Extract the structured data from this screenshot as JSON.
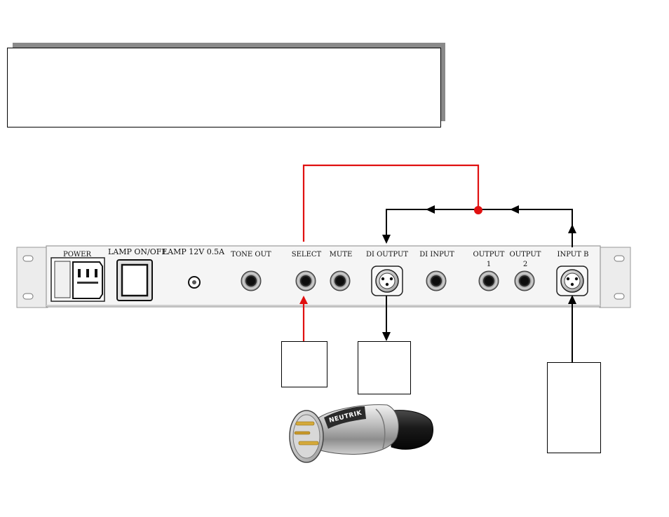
{
  "panel": {
    "labels": {
      "power": "POWER",
      "lamp_switch": "LAMP ON/OFF",
      "lamp_socket": "LAMP 12V 0.5A",
      "tone_out": "TONE OUT",
      "select": "SELECT",
      "mute": "MUTE",
      "di_output": "DI OUTPUT",
      "di_input": "DI INPUT",
      "output1": "OUTPUT",
      "output1_num": "1",
      "output2": "OUTPUT",
      "output2_num": "2",
      "input_b": "INPUT B"
    }
  },
  "connector_photo": {
    "brand": "NEUTRIK"
  },
  "colors": {
    "signal_line": "#000000",
    "control_line": "#e01010",
    "junction_dot": "#e01010",
    "panel": "#f3f3f3",
    "title_shadow": "#8a8a8a"
  },
  "icons": {
    "connector": "xlr-connector-icon",
    "jack": "jack-socket-icon",
    "arrow": "arrow-head-icon"
  }
}
